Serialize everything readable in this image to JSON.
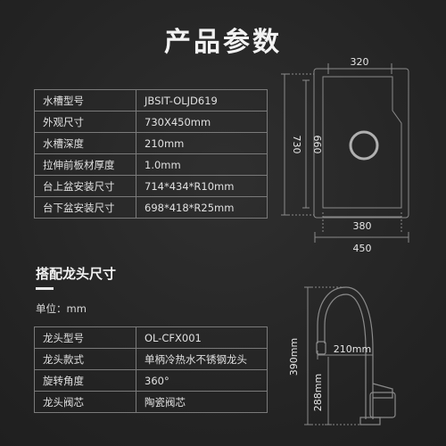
{
  "page_title": "产品参数",
  "sink_specs": [
    {
      "label": "水槽型号",
      "value": "JBSIT-OLJD619"
    },
    {
      "label": "外观尺寸",
      "value": "730X450mm"
    },
    {
      "label": "水槽深度",
      "value": "210mm"
    },
    {
      "label": "拉伸前板材厚度",
      "value": "1.0mm"
    },
    {
      "label": "台上盆安装尺寸",
      "value": "714*434*R10mm"
    },
    {
      "label": "台下盆安装尺寸",
      "value": "698*418*R25mm"
    }
  ],
  "sink_diagram": {
    "top_width": "320",
    "bottom_inner_width": "380",
    "outer_width": "450",
    "outer_length": "730",
    "inner_length": "660"
  },
  "faucet_section": {
    "title": "搭配龙头尺寸",
    "unit_line": "单位：mm",
    "specs": [
      {
        "label": "龙头型号",
        "value": "OL-CFX001"
      },
      {
        "label": "龙头款式",
        "value": "单柄冷热水不锈钢龙头"
      },
      {
        "label": "旋转角度",
        "value": "360°"
      },
      {
        "label": "龙头阀芯",
        "value": "陶瓷阀芯"
      }
    ]
  },
  "faucet_diagram": {
    "reach": "210mm",
    "total_height": "390mm",
    "spout_height": "288mm"
  },
  "colors": {
    "background": "#262626",
    "line": "#8a8a8a",
    "text": "#e6e6e6"
  }
}
